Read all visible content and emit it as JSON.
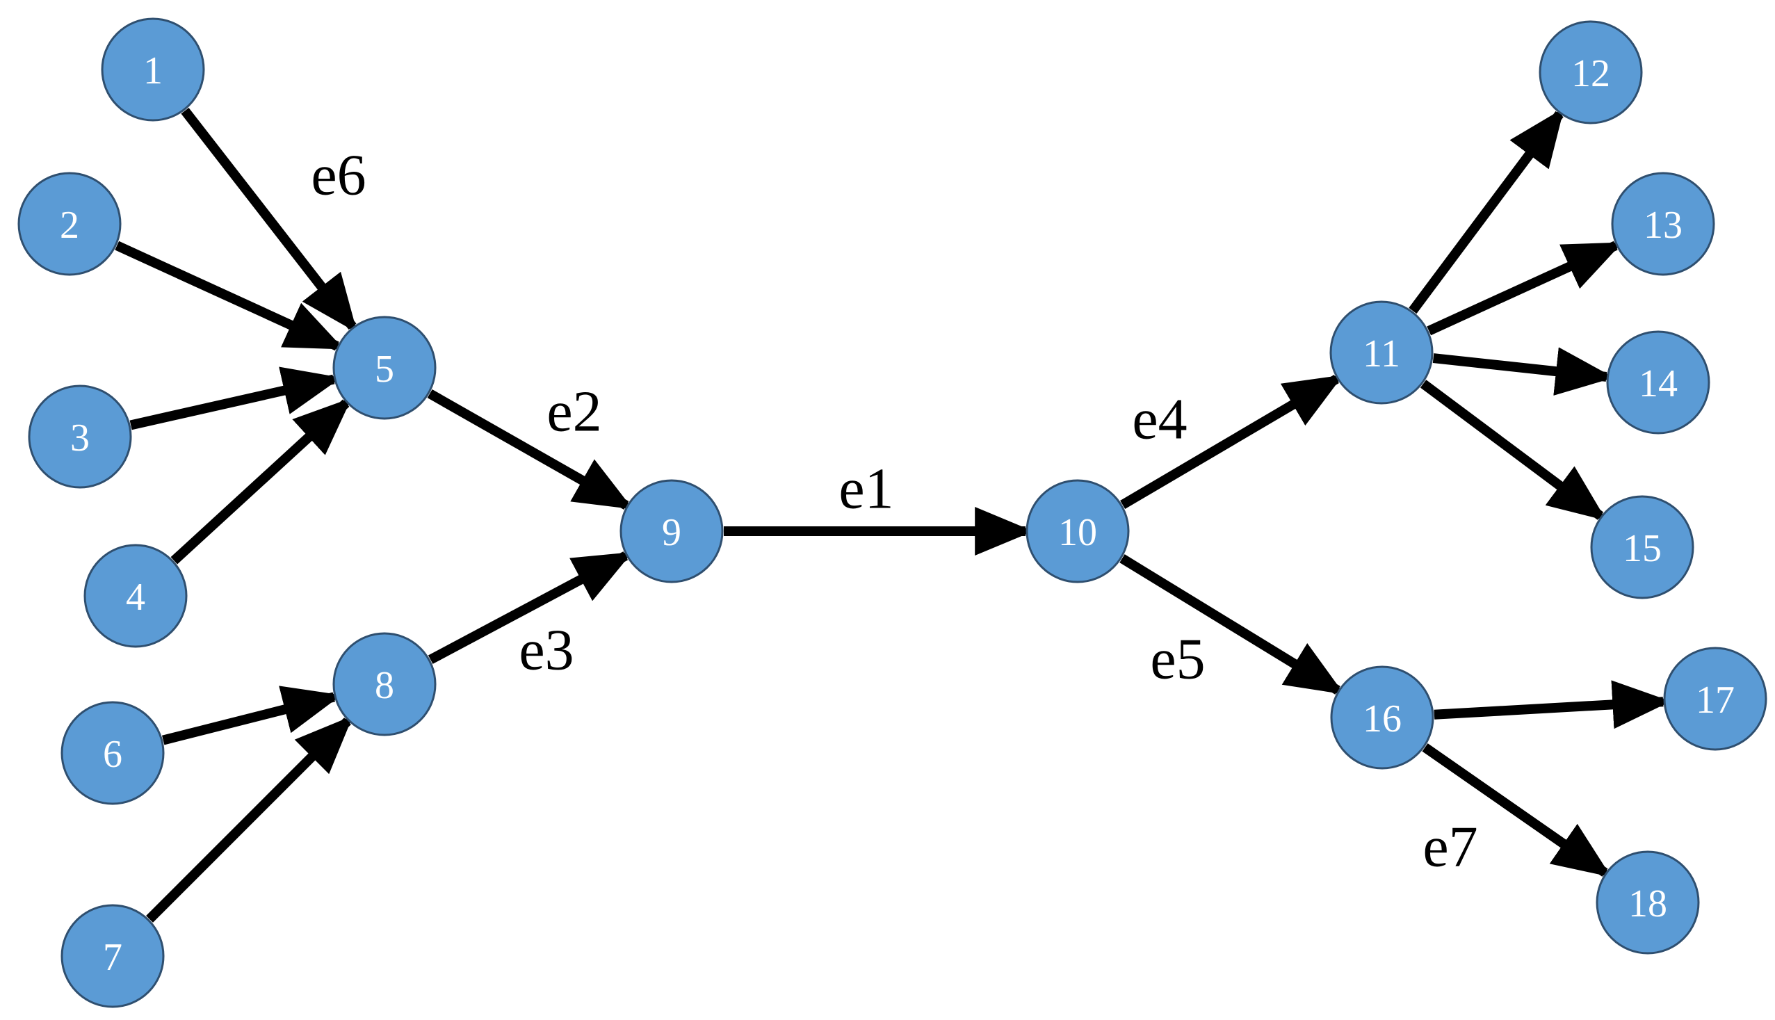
{
  "colors": {
    "node_fill": "#5b9bd5",
    "node_stroke": "#2f4f6f",
    "edge": "#000000",
    "node_text": "#ffffff",
    "label_text": "#000000"
  },
  "nodes": [
    {
      "id": "1",
      "label": "1"
    },
    {
      "id": "2",
      "label": "2"
    },
    {
      "id": "3",
      "label": "3"
    },
    {
      "id": "4",
      "label": "4"
    },
    {
      "id": "5",
      "label": "5"
    },
    {
      "id": "6",
      "label": "6"
    },
    {
      "id": "7",
      "label": "7"
    },
    {
      "id": "8",
      "label": "8"
    },
    {
      "id": "9",
      "label": "9"
    },
    {
      "id": "10",
      "label": "10"
    },
    {
      "id": "11",
      "label": "11"
    },
    {
      "id": "12",
      "label": "12"
    },
    {
      "id": "13",
      "label": "13"
    },
    {
      "id": "14",
      "label": "14"
    },
    {
      "id": "15",
      "label": "15"
    },
    {
      "id": "16",
      "label": "16"
    },
    {
      "id": "17",
      "label": "17"
    },
    {
      "id": "18",
      "label": "18"
    }
  ],
  "edges": [
    {
      "from": "1",
      "to": "5",
      "label": "e6"
    },
    {
      "from": "2",
      "to": "5",
      "label": ""
    },
    {
      "from": "3",
      "to": "5",
      "label": ""
    },
    {
      "from": "4",
      "to": "5",
      "label": ""
    },
    {
      "from": "5",
      "to": "9",
      "label": "e2"
    },
    {
      "from": "6",
      "to": "8",
      "label": ""
    },
    {
      "from": "7",
      "to": "8",
      "label": ""
    },
    {
      "from": "8",
      "to": "9",
      "label": "e3"
    },
    {
      "from": "9",
      "to": "10",
      "label": "e1"
    },
    {
      "from": "10",
      "to": "11",
      "label": "e4"
    },
    {
      "from": "10",
      "to": "16",
      "label": "e5"
    },
    {
      "from": "11",
      "to": "12",
      "label": ""
    },
    {
      "from": "11",
      "to": "13",
      "label": ""
    },
    {
      "from": "11",
      "to": "14",
      "label": ""
    },
    {
      "from": "11",
      "to": "15",
      "label": ""
    },
    {
      "from": "16",
      "to": "17",
      "label": ""
    },
    {
      "from": "16",
      "to": "18",
      "label": "e7"
    }
  ]
}
